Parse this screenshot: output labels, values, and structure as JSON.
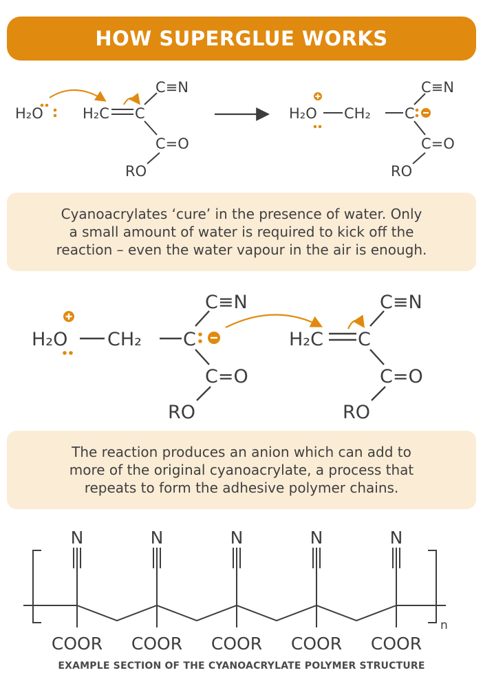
{
  "title": "HOW SUPERGLUE WORKS",
  "step1_note": [
    "Cyanoacrylates ‘cure’ in the presence of water. Only",
    "a small amount of water is required to kick off the",
    "reaction – even the water vapour in the air is enough."
  ],
  "step2_note": [
    "The reaction produces an anion which can add to",
    "more of the original cyanoacrylate, a process that",
    "repeats to form the adhesive polymer chains."
  ],
  "labels": {
    "water": "H₂O",
    "methylene": "H₂C",
    "bridge": "CH₂",
    "carbon": "C",
    "nitrile": "C≡N",
    "carbonyl": "C=O",
    "ester": "RO",
    "nitrogen": "N",
    "coor": "COOR",
    "repeat": "n"
  },
  "polymer_units": 5,
  "caption": "EXAMPLE SECTION OF THE CYANOACRYLATE POLYMER STRUCTURE",
  "colors": {
    "accent": "#e08a10",
    "note_bg": "#fbecd6",
    "text": "#3d3d3d"
  },
  "icons": [
    "curved-arrow-icon",
    "reaction-arrow-icon",
    "positive-charge-icon",
    "negative-charge-icon",
    "lone-pair-icon"
  ]
}
